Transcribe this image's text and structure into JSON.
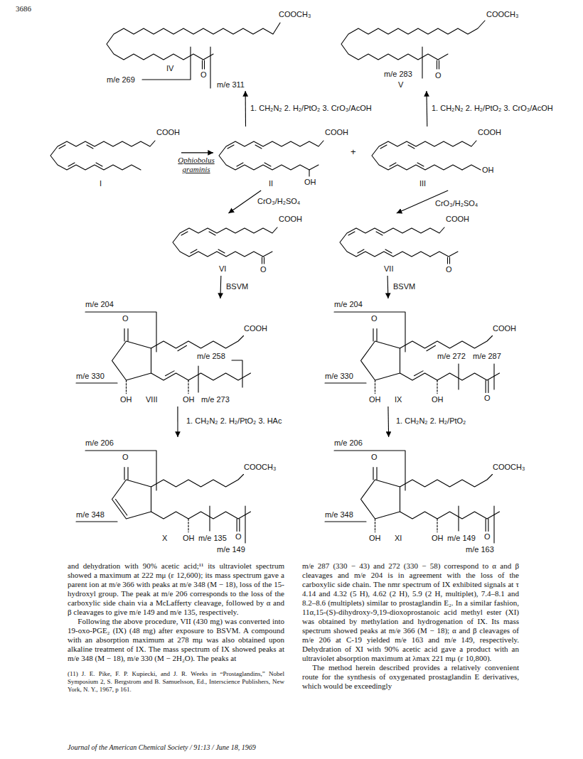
{
  "diagram": {
    "nodes": [
      {
        "text": [
          "COOCH₃",
          "m/e 269",
          "IV",
          "O",
          "m/e 311"
        ]
      },
      {
        "text": [
          "COOCH₃",
          "m/e 283",
          "V",
          "O"
        ]
      },
      {
        "text": [
          "COOH",
          "I"
        ]
      },
      {
        "text": [
          "COOH",
          "OH",
          "II"
        ]
      },
      {
        "text": [
          "COOH",
          "OH",
          "III"
        ]
      },
      {
        "text": [
          "COOH",
          "O",
          "VI"
        ]
      },
      {
        "text": [
          "COOH",
          "O",
          "VII"
        ]
      },
      {
        "text": [
          "m/e 204",
          "O",
          "m/e 258",
          "COOH",
          "m/e 330",
          "OH",
          "VIII",
          "OH",
          "m/e 273"
        ]
      },
      {
        "text": [
          "m/e 204",
          "O",
          "COOH",
          "m/e 272",
          "m/e 287",
          "m/e 330",
          "OH",
          "IX",
          "OH",
          "O"
        ]
      },
      {
        "text": [
          "m/e 206",
          "O",
          "COOCH₃",
          "m/e 348",
          "X",
          "OH",
          "O",
          "m/e 135",
          "m/e 149"
        ]
      },
      {
        "text": [
          "m/e 206",
          "O",
          "COOCH₃",
          "m/e 348",
          "OH",
          "OH",
          "XI",
          "m/e 149",
          "O",
          "m/e 163"
        ]
      }
    ],
    "edges": [
      {
        "from": 2,
        "to": 3,
        "label": "Ophiobolus graminis",
        "arrow": "to"
      },
      {
        "from": 3,
        "to": 0,
        "label": "1. CH₂N₂ 2. H₂/PtO₂ 3. CrO₃/AcOH",
        "arrow": "to"
      },
      {
        "from": 4,
        "to": 1,
        "label": "1. CH₂N₂ 2. H₂/PtO₂ 3. CrO₃/AcOH",
        "arrow": "to"
      },
      {
        "from": 3,
        "to": 5,
        "label": "CrO₃/H₂SO₄",
        "arrow": "to"
      },
      {
        "from": 4,
        "to": 6,
        "label": "CrO₃/H₂SO₄",
        "arrow": "to"
      },
      {
        "from": 5,
        "to": 7,
        "label": "BSVM",
        "arrow": "to"
      },
      {
        "from": 6,
        "to": 8,
        "label": "BSVM",
        "arrow": "to"
      },
      {
        "from": 7,
        "to": 9,
        "label": "1. CH₂N₂ 2. H₂/PtO₂ 3. HAc",
        "arrow": "to"
      },
      {
        "from": 8,
        "to": 10,
        "label": "1. CH₂N₂ 2. H₂/PtO₂",
        "arrow": "to"
      }
    ],
    "labels": [
      "3686",
      "+",
      "and dehydration with 90% acetic acid;¹¹ its ultraviolet spectrum showed a maximum at 222 mμ (ε 12,600); its mass spectrum gave a parent ion at m/e 366 with peaks at m/e 348 (M − 18), loss of the 15-hydroxyl group. The peak at m/e 206 corresponds to the loss of the carboxylic side chain via a McLafferty cleavage, followed by α and β cleavages to give m/e 149 and m/e 135, respectively.",
      "Following the above procedure, VII (430 mg) was converted into 19-oxo-PGE₂ (IX) (48 mg) after exposure to BSVM. A compound with an absorption maximum at 278 mμ was also obtained upon alkaline treatment of IX. The mass spectrum of IX showed peaks at m/e 348 (M − 18), m/e 330 (M − 2H₂O). The peaks at",
      "(11) J. E. Pike, F. P. Kupiecki, and J. R. Weeks in “Prostaglandins,” Nobel Symposium 2, S. Bergstrom and B. Samuelsson, Ed., Interscience Publishers, New York, N. Y., 1967, p 161.",
      "m/e 287 (330 − 43) and 272 (330 − 58) correspond to α and β cleavages and m/e 204 is in agreement with the loss of the carboxylic side chain. The nmr spectrum of IX exhibited signals at τ 4.14 and 4.32 (5 H), 4.62 (2 H), 5.9 (2 H, multiplet), 7.4–8.1 and 8.2–8.6 (multiplets) similar to prostaglandin E₂. In a similar fashion, 11α,15-(S)-dihydroxy-9,19-dioxoprostanoic acid methyl ester (XI) was obtained by methylation and hydrogenation of IX. Its mass spectrum showed peaks at m/e 366 (M − 18); α and β cleavages of m/e 206 at C-19 yielded m/e 163 and m/e 149, respectively. Dehydration of XI with 90% acetic acid gave a product with an ultraviolet absorption maximum at λmax 221 mμ (ε 10,800).",
      "The method herein described provides a relatively convenient route for the synthesis of oxygenated prostaglandin E derivatives, which would be exceedingly",
      "Journal of the American Chemical Society / 91:13 / June 18, 1969"
    ]
  }
}
